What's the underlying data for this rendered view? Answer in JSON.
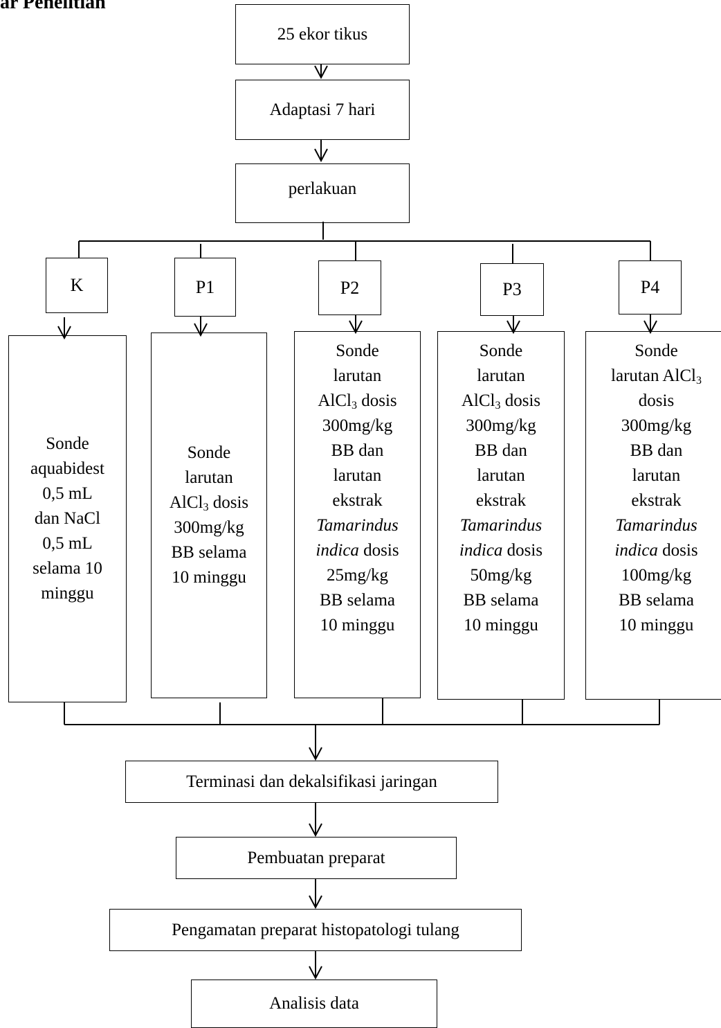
{
  "heading": "ar Penelitian",
  "steps": {
    "start": "25 ekor tikus",
    "adaptation": "Adaptasi 7 hari",
    "treatment": "perlakuan",
    "termination": "Terminasi dan dekalsifikasi jaringan",
    "preparation": "Pembuatan preparat",
    "observation": "Pengamatan preparat histopatologi tulang",
    "analysis": "Analisis data"
  },
  "groups": [
    {
      "label": "K",
      "lines": [
        [
          "Sonde"
        ],
        [
          "aquabidest"
        ],
        [
          "0,5 mL"
        ],
        [
          "dan NaCl"
        ],
        [
          "0,5 mL"
        ],
        [
          "selama 10"
        ],
        [
          "minggu"
        ]
      ]
    },
    {
      "label": "P1",
      "lines": [
        [
          "Sonde"
        ],
        [
          "larutan"
        ],
        [
          "AlCl",
          "3",
          " dosis"
        ],
        [
          "300mg/kg"
        ],
        [
          "BB selama"
        ],
        [
          "10 minggu"
        ]
      ]
    },
    {
      "label": "P2",
      "lines": [
        [
          "Sonde"
        ],
        [
          "larutan"
        ],
        [
          "AlCl",
          "3",
          " dosis"
        ],
        [
          "300mg/kg"
        ],
        [
          "BB dan"
        ],
        [
          "larutan"
        ],
        [
          "ekstrak"
        ],
        [
          "Tamarindus"
        ],
        [
          "indica",
          "",
          " dosis"
        ],
        [
          "25mg/kg"
        ],
        [
          "BB  selama"
        ],
        [
          "10 minggu"
        ]
      ]
    },
    {
      "label": "P3",
      "lines": [
        [
          "Sonde"
        ],
        [
          "larutan"
        ],
        [
          "AlCl",
          "3",
          " dosis"
        ],
        [
          "300mg/kg"
        ],
        [
          "BB dan"
        ],
        [
          "larutan"
        ],
        [
          "ekstrak"
        ],
        [
          "Tamarindus"
        ],
        [
          "indica",
          "",
          " dosis"
        ],
        [
          "50mg/kg"
        ],
        [
          "BB  selama"
        ],
        [
          "10 minggu"
        ]
      ]
    },
    {
      "label": "P4",
      "lines": [
        [
          "Sonde"
        ],
        [
          "larutan AlCl",
          "3",
          ""
        ],
        [
          "dosis"
        ],
        [
          "300mg/kg"
        ],
        [
          "BB dan"
        ],
        [
          "larutan"
        ],
        [
          "ekstrak"
        ],
        [
          "Tamarindus"
        ],
        [
          "indica",
          "",
          " dosis"
        ],
        [
          "100mg/kg"
        ],
        [
          "BB  selama"
        ],
        [
          "10 minggu"
        ]
      ]
    }
  ]
}
